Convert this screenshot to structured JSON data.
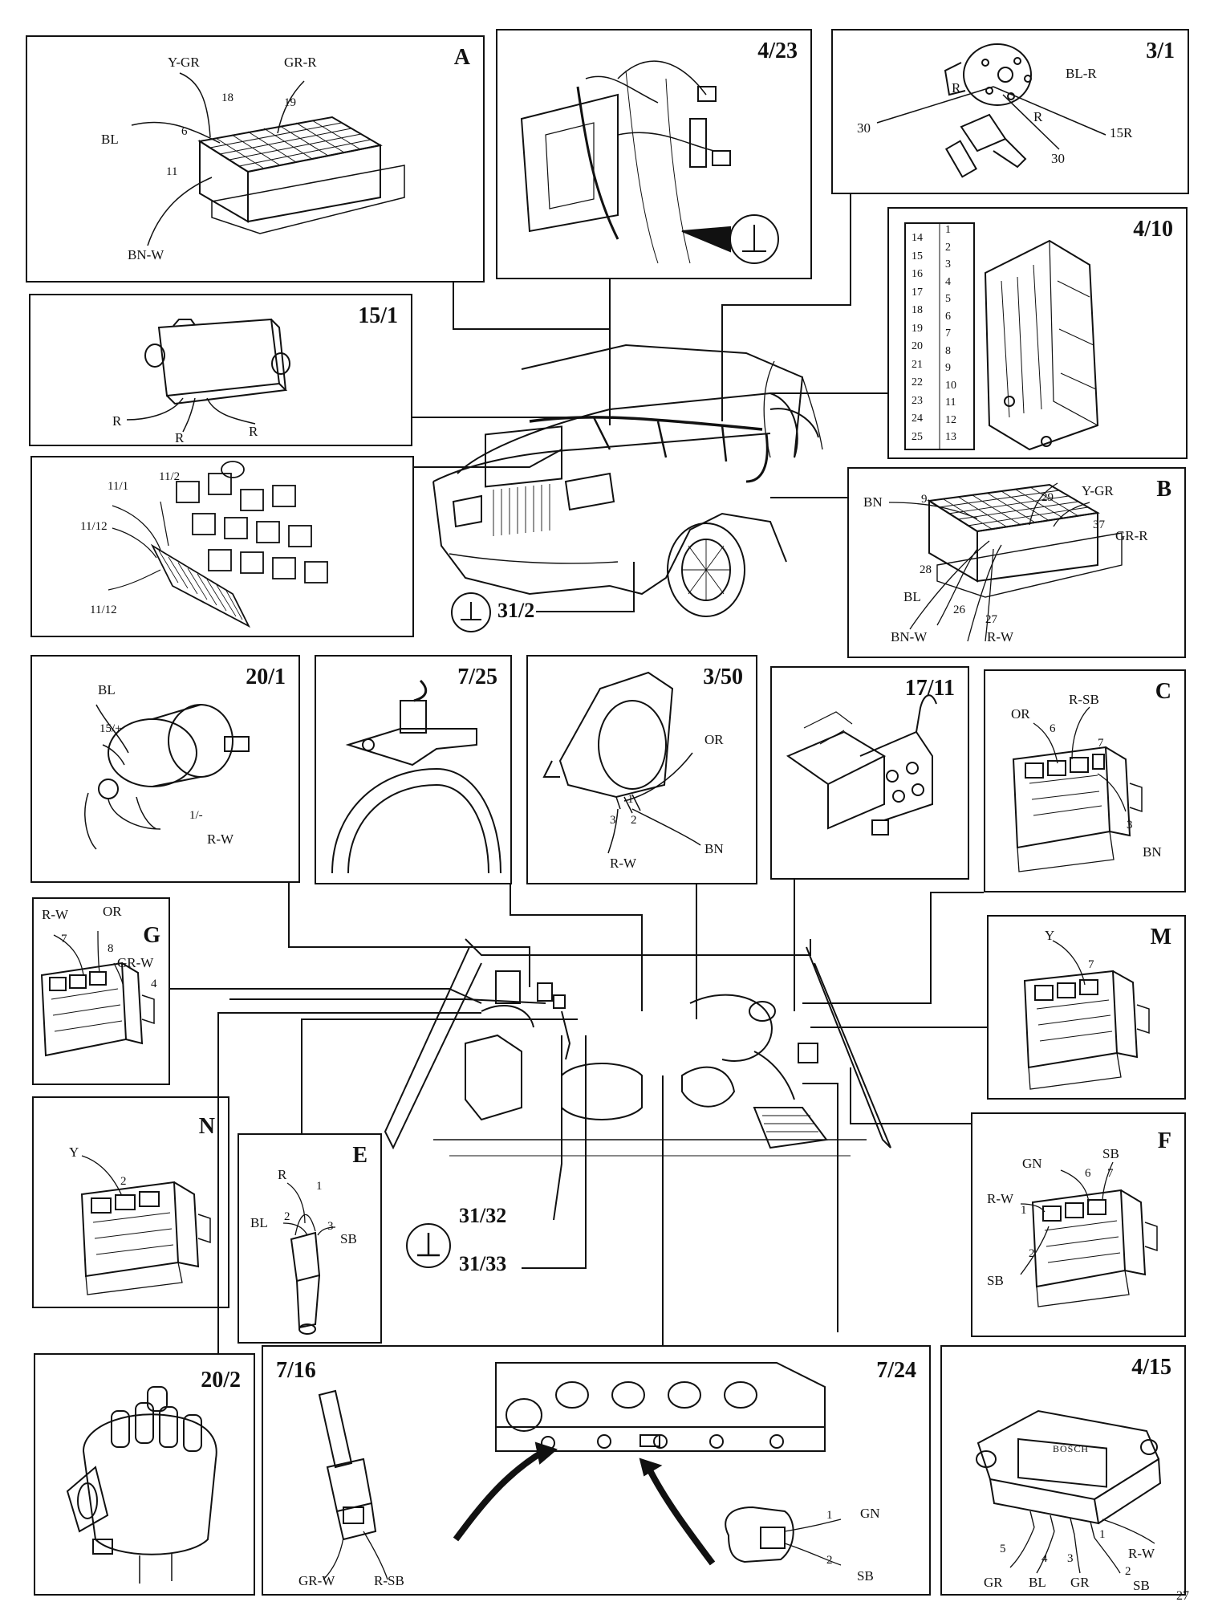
{
  "panels": {
    "A": {
      "id": "A",
      "labels": {
        "ygr": "Y-GR",
        "grr": "GR-R",
        "p18": "18",
        "p19": "19",
        "bl": "BL",
        "p6": "6",
        "p11": "11",
        "bnw": "BN-W"
      }
    },
    "p423": {
      "id": "4/23"
    },
    "p31": {
      "id": "3/1",
      "labels": {
        "r1": "R",
        "blr": "BL-R",
        "r2": "R",
        "p30a": "30",
        "p30b": "30",
        "p15r": "15R"
      }
    },
    "p410": {
      "id": "4/10",
      "pins_left": [
        "14",
        "15",
        "16",
        "17",
        "18",
        "19",
        "20",
        "21",
        "22",
        "23",
        "24",
        "25"
      ],
      "pins_right": [
        "1",
        "2",
        "3",
        "4",
        "5",
        "6",
        "7",
        "8",
        "9",
        "10",
        "11",
        "12",
        "13"
      ]
    },
    "p151": {
      "id": "15/1",
      "labels": {
        "r1": "R",
        "r2": "R",
        "r3": "R"
      }
    },
    "relay": {
      "labels": {
        "a111": "11/1",
        "a112": "11/2",
        "a1112a": "11/12",
        "a1112b": "11/12"
      }
    },
    "B": {
      "id": "B",
      "labels": {
        "bn": "BN",
        "p9": "9",
        "p29": "29",
        "ygr": "Y-GR",
        "p37": "37",
        "grr": "GR-R",
        "p28": "28",
        "bl": "BL",
        "p26": "26",
        "bnw": "BN-W",
        "p27": "27",
        "rw": "R-W"
      }
    },
    "ground312": {
      "label": "31/2"
    },
    "p201": {
      "id": "20/1",
      "labels": {
        "bl": "BL",
        "p15": "15/+",
        "p1": "1/-",
        "rw": "R-W"
      }
    },
    "p725": {
      "id": "7/25"
    },
    "p350": {
      "id": "3/50",
      "labels": {
        "or": "OR",
        "p1": "1",
        "p3": "3",
        "p2": "2",
        "bn": "BN",
        "rw": "R-W"
      }
    },
    "p1711": {
      "id": "17/11"
    },
    "C": {
      "id": "C",
      "labels": {
        "or": "OR",
        "rsb": "R-SB",
        "p6": "6",
        "p7": "7",
        "p3": "3",
        "bn": "BN"
      }
    },
    "G": {
      "id": "G",
      "labels": {
        "rw": "R-W",
        "or": "OR",
        "p7": "7",
        "p8": "8",
        "grw": "GR-W",
        "p4": "4"
      }
    },
    "M": {
      "id": "M",
      "labels": {
        "y": "Y",
        "p7": "7"
      }
    },
    "N": {
      "id": "N",
      "labels": {
        "y": "Y",
        "p2": "2"
      }
    },
    "E": {
      "id": "E",
      "labels": {
        "r": "R",
        "p1": "1",
        "bl": "BL",
        "p2": "2",
        "p3": "3",
        "sb": "SB"
      }
    },
    "F": {
      "id": "F",
      "labels": {
        "gn": "GN",
        "sb1": "SB",
        "p6": "6",
        "p7": "7",
        "rw": "R-W",
        "p1": "1",
        "p2": "2",
        "sb2": "SB"
      }
    },
    "ground3132": {
      "label1": "31/32",
      "label2": "31/33"
    },
    "p202": {
      "id": "20/2"
    },
    "p716": {
      "id": "7/16",
      "id2": "7/24",
      "labels": {
        "grw": "GR-W",
        "rsb": "R-SB",
        "p1": "1",
        "gn": "GN",
        "p2": "2",
        "sb": "SB"
      }
    },
    "p415": {
      "id": "4/15",
      "brand": "BOSCH",
      "labels": {
        "p1": "1",
        "rw": "R-W",
        "p5": "5",
        "p4": "4",
        "p3": "3",
        "p2": "2",
        "gr1": "GR",
        "bl": "BL",
        "gr2": "GR",
        "sb": "SB"
      }
    }
  },
  "page_number": "27"
}
